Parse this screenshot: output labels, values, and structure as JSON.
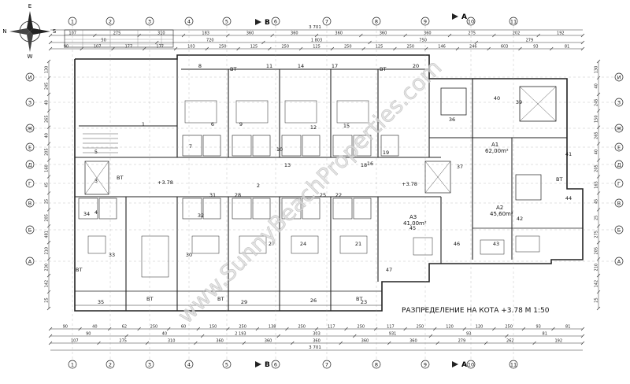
{
  "title": "РАЗПРЕДЕЛЕНИЕ НА КОТА +3.78 М 1:50",
  "watermark": "www.SunnyBeachProperties.com",
  "compass": {
    "n": "N",
    "s": "S",
    "e": "E",
    "w": "W"
  },
  "axes_top": [
    "1",
    "2",
    "3",
    "4",
    "5",
    "6",
    "7",
    "8",
    "9",
    "10",
    "11"
  ],
  "axes_bottom": [
    "1",
    "2",
    "3",
    "4",
    "5",
    "6",
    "7",
    "8",
    "9",
    "10",
    "11"
  ],
  "axes_left": [
    "И",
    "З",
    "Ж",
    "Е",
    "Д",
    "Г",
    "В",
    "Б",
    "А"
  ],
  "axes_right": [
    "И",
    "З",
    "Ж",
    "Е",
    "Д",
    "Г",
    "В",
    "Б",
    "А"
  ],
  "section_marks": {
    "b_top": "B",
    "a_top": "A",
    "b_bottom": "B",
    "a_bottom": "A"
  },
  "overall_dim": "3 701",
  "dims_top_row1": [
    "107",
    "275",
    "310",
    "183",
    "360",
    "360",
    "360",
    "360",
    "360",
    "275",
    "202",
    "192"
  ],
  "dims_top_row2": [
    "50",
    "720",
    "1 803",
    "750",
    "279"
  ],
  "dims_top_row3": [
    "90",
    "107",
    "177",
    "177",
    "103",
    "250",
    "125",
    "250",
    "125",
    "250",
    "125",
    "250",
    "146",
    "246",
    "603",
    "93",
    "81"
  ],
  "dims_bottom_row1": [
    "90",
    "40",
    "62",
    "250",
    "60",
    "150",
    "250",
    "138",
    "250",
    "117",
    "250",
    "117",
    "250",
    "120",
    "120",
    "250",
    "93",
    "81"
  ],
  "dims_bottom_row2": [
    "90",
    "40",
    "2 193",
    "303",
    "931",
    "93",
    "81"
  ],
  "dims_bottom_row3": [
    "107",
    "275",
    "310",
    "360",
    "360",
    "360",
    "360",
    "360",
    "279",
    "262",
    "192"
  ],
  "dims_left": [
    "130",
    "245",
    "40",
    "265",
    "40",
    "205",
    "160",
    "45",
    "25",
    "205",
    "481",
    "210",
    "230",
    "142",
    "25"
  ],
  "dims_right": [
    "130",
    "40",
    "245",
    "150",
    "265",
    "40",
    "205",
    "165",
    "45",
    "25",
    "275",
    "205",
    "210",
    "142",
    "25"
  ],
  "level_marks": [
    "+3.78",
    "+3.78"
  ],
  "apartments": [
    {
      "id": "A1",
      "area": "62,00m²"
    },
    {
      "id": "A2",
      "area": "45,60m²"
    },
    {
      "id": "A3",
      "area": "41,00m²"
    }
  ],
  "bt_labels": [
    "BT",
    "BT",
    "BT",
    "BT",
    "BT",
    "BT",
    "BT",
    "BT"
  ],
  "room_numbers": [
    "1",
    "2",
    "3",
    "4",
    "5",
    "6",
    "7",
    "8",
    "9",
    "10",
    "11",
    "12",
    "13",
    "14",
    "15",
    "16",
    "17",
    "18",
    "19",
    "20",
    "21",
    "22",
    "23",
    "24",
    "25",
    "26",
    "27",
    "28",
    "29",
    "30",
    "31",
    "32",
    "33",
    "34",
    "35",
    "36",
    "37",
    "39",
    "40",
    "41",
    "42",
    "43",
    "44",
    "45",
    "46",
    "47"
  ]
}
